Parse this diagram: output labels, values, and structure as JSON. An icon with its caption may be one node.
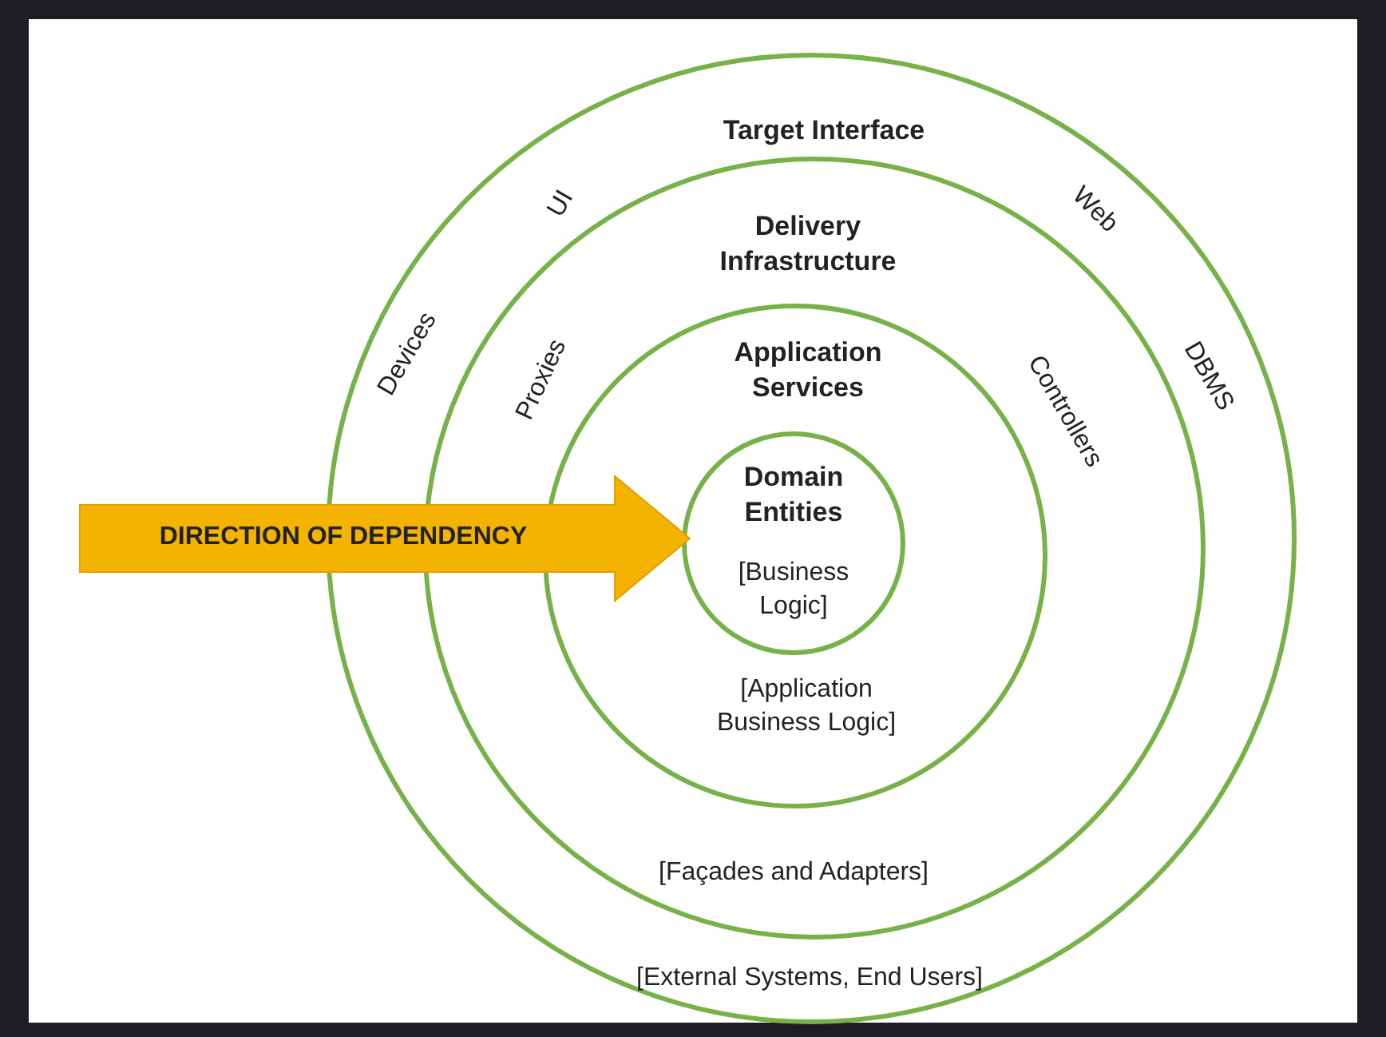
{
  "diagram": {
    "nodes": [
      {
        "text": [
          "Target Interface",
          "Devices",
          "DBMS",
          "[External Systems, End Users]"
        ]
      },
      {
        "text": [
          "Delivery Infrastructure",
          "Proxies",
          "Controllers",
          "[Façades and Adapters]"
        ],
        "in": 0
      },
      {
        "text": [
          "Application Services",
          "[Application Business Logic]"
        ],
        "in": 1
      },
      {
        "text": [
          "Domain Entities",
          "[Business Logic]"
        ],
        "in": 2
      }
    ],
    "labels": [
      "UI",
      "Web",
      "DIRECTION OF DEPENDENCY"
    ]
  }
}
